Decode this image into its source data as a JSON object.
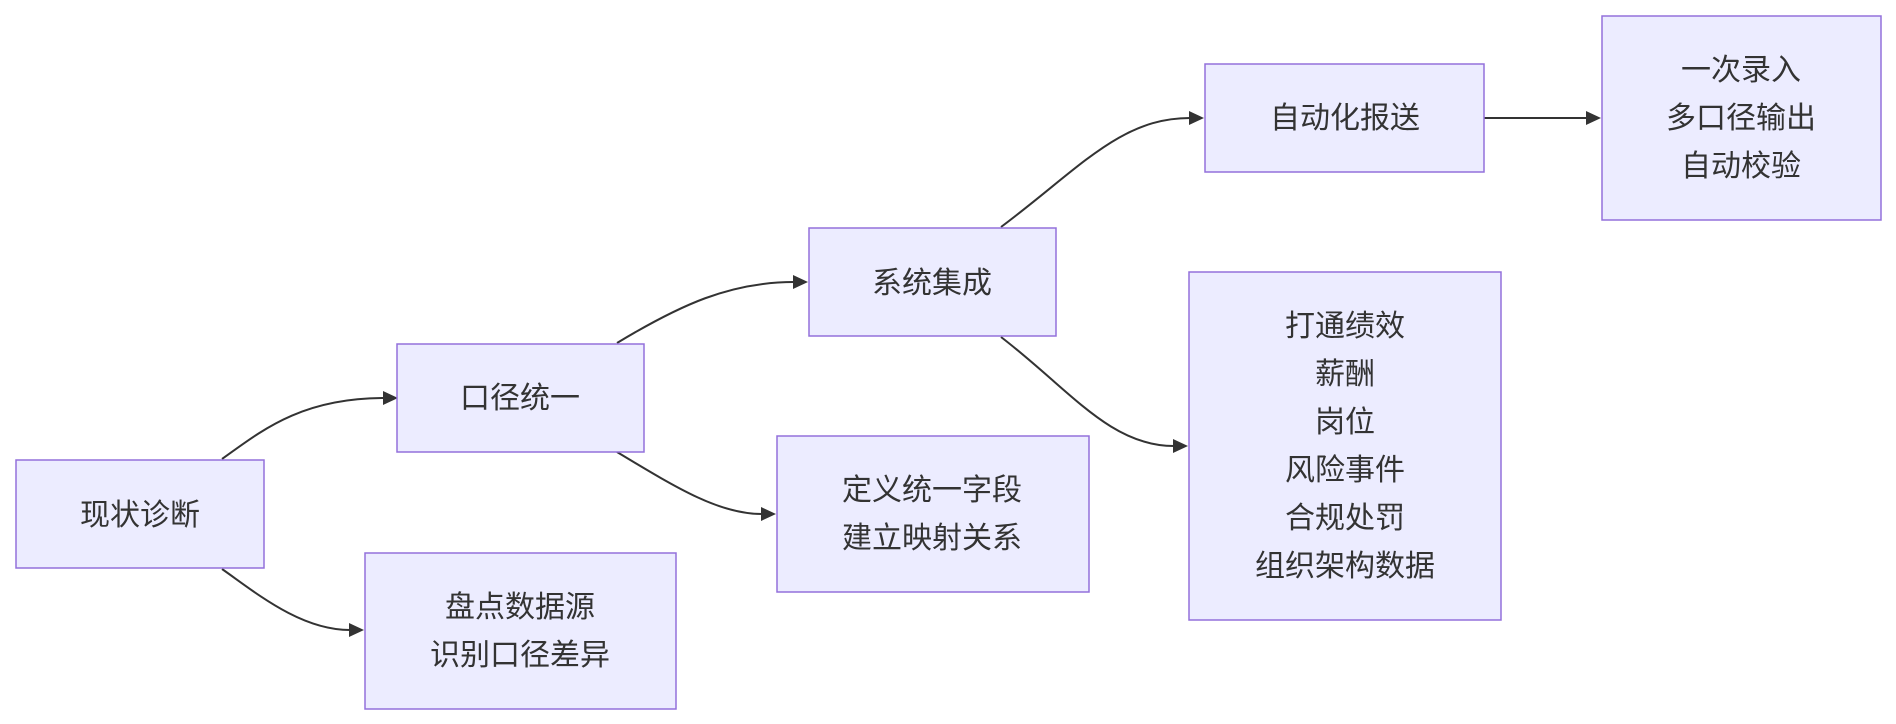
{
  "diagram": {
    "nodes": {
      "diagnosis": {
        "lines": [
          "现状诊断"
        ]
      },
      "inventory": {
        "lines": [
          "盘点数据源",
          "识别口径差异"
        ]
      },
      "unify": {
        "lines": [
          "口径统一"
        ]
      },
      "define": {
        "lines": [
          "定义统一字段",
          "建立映射关系"
        ]
      },
      "integrate": {
        "lines": [
          "系统集成"
        ]
      },
      "connect": {
        "lines": [
          "打通绩效",
          "薪酬",
          "岗位",
          "风险事件",
          "合规处罚",
          "组织架构数据"
        ]
      },
      "autoreport": {
        "lines": [
          "自动化报送"
        ]
      },
      "output": {
        "lines": [
          "一次录入",
          "多口径输出",
          "自动校验"
        ]
      }
    },
    "edges": [
      {
        "from": "diagnosis",
        "to": "unify"
      },
      {
        "from": "diagnosis",
        "to": "inventory"
      },
      {
        "from": "unify",
        "to": "integrate"
      },
      {
        "from": "unify",
        "to": "define"
      },
      {
        "from": "integrate",
        "to": "autoreport"
      },
      {
        "from": "integrate",
        "to": "connect"
      },
      {
        "from": "autoreport",
        "to": "output"
      }
    ],
    "colors": {
      "node_fill": "#ececff",
      "node_stroke": "#9370db",
      "text": "#333333",
      "edge": "#333333"
    }
  }
}
